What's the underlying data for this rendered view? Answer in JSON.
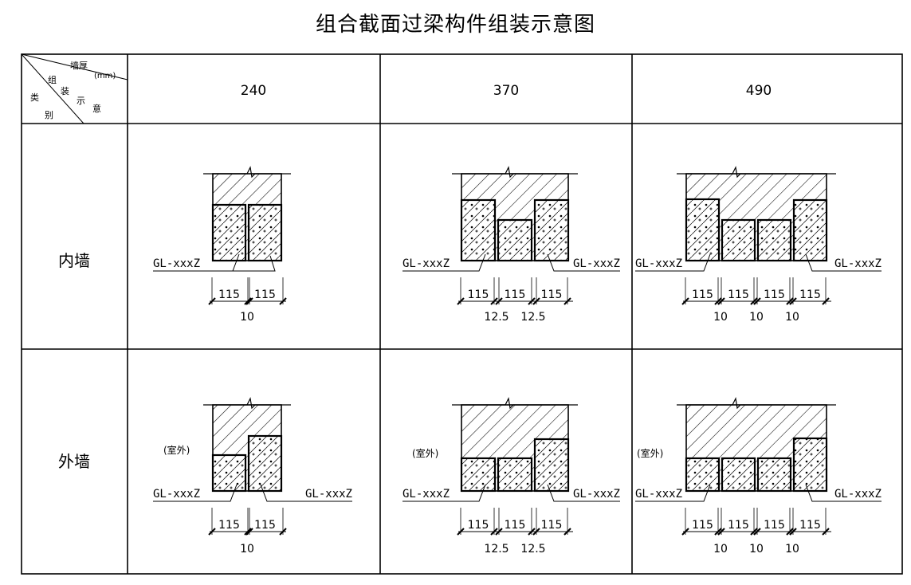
{
  "title": "组合截面过梁构件组装示意图",
  "header": {
    "wall_thickness": "墙厚",
    "unit": "(mm)",
    "assembly_chars": [
      "组",
      "装",
      "示",
      "意"
    ],
    "category_chars": [
      "类",
      "别"
    ],
    "columns": [
      "240",
      "370",
      "490"
    ]
  },
  "rows": [
    {
      "label": "内墙",
      "cells": [
        {
          "beam_labels": [
            "GL-xxxZ"
          ],
          "dims": [
            "115",
            "115"
          ],
          "gaps": [
            "10"
          ]
        },
        {
          "beam_labels": [
            "GL-xxxZ",
            "GL-xxxZ"
          ],
          "dims": [
            "115",
            "115",
            "115"
          ],
          "gaps": [
            "12.5",
            "12.5"
          ]
        },
        {
          "beam_labels": [
            "GL-xxxZ",
            "GL-xxxZ"
          ],
          "dims": [
            "115",
            "115",
            "115",
            "115"
          ],
          "gaps": [
            "10",
            "10",
            "10"
          ]
        }
      ]
    },
    {
      "label": "外墙",
      "cells": [
        {
          "outdoor": "(室外)",
          "beam_labels": [
            "GL-xxxZ",
            "GL-xxxZ"
          ],
          "dims": [
            "115",
            "115"
          ],
          "gaps": [
            "10"
          ]
        },
        {
          "outdoor": "(室外)",
          "beam_labels": [
            "GL-xxxZ",
            "GL-xxxZ"
          ],
          "dims": [
            "115",
            "115",
            "115"
          ],
          "gaps": [
            "12.5",
            "12.5"
          ]
        },
        {
          "outdoor": "(室外)",
          "beam_labels": [
            "GL-xxxZ",
            "GL-xxxZ"
          ],
          "dims": [
            "115",
            "115",
            "115",
            "115"
          ],
          "gaps": [
            "10",
            "10",
            "10"
          ]
        }
      ]
    }
  ]
}
